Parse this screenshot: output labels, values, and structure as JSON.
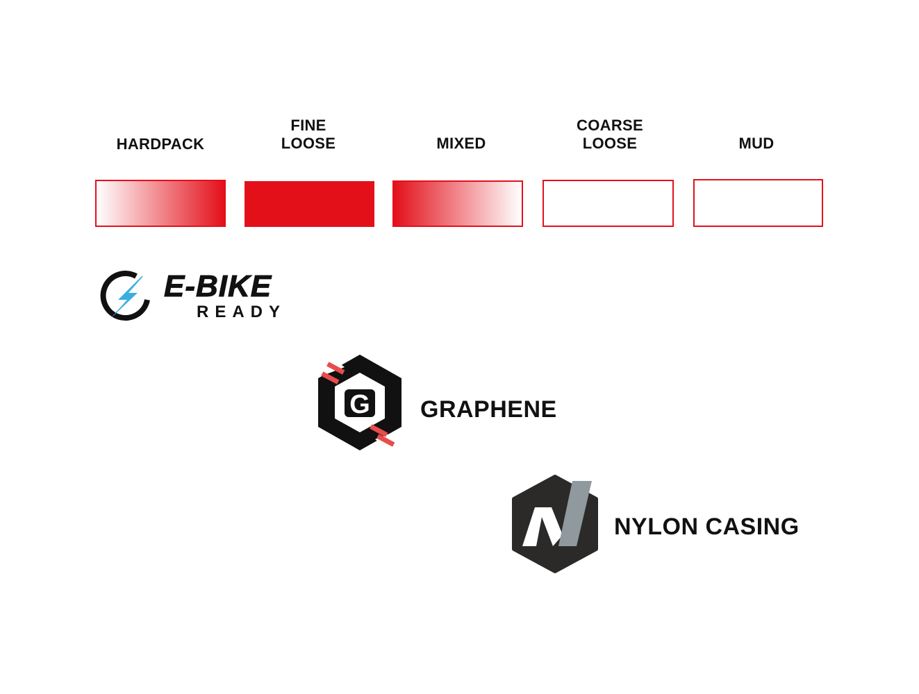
{
  "terrains": [
    {
      "label_lines": [
        "HARDPACK"
      ],
      "fill": "gradient-rtl",
      "color": "#e3101a"
    },
    {
      "label_lines": [
        "FINE",
        "LOOSE"
      ],
      "fill": "solid",
      "color": "#e3101a"
    },
    {
      "label_lines": [
        "MIXED"
      ],
      "fill": "gradient-ltr",
      "color": "#e3101a"
    },
    {
      "label_lines": [
        "COARSE",
        "LOOSE"
      ],
      "fill": "empty",
      "color": "#e3101a"
    },
    {
      "label_lines": [
        "MUD"
      ],
      "fill": "empty",
      "color": "#e3101a"
    }
  ],
  "logos": {
    "ebike": {
      "title": "E-BIKE",
      "subtitle": "READY",
      "icon": "lightning-bolt-icon",
      "accent": "#3aaedf"
    },
    "graphene": {
      "title": "GRAPHENE",
      "icon": "graphene-hexagon-g-icon",
      "accent": "#e84c4c"
    },
    "nylon": {
      "title": "NYLON CASING",
      "icon": "nylon-hexagon-n-icon",
      "accent": "#8f999e"
    }
  },
  "colors": {
    "brand_red": "#e3101a",
    "text": "#111111",
    "background": "#ffffff"
  }
}
